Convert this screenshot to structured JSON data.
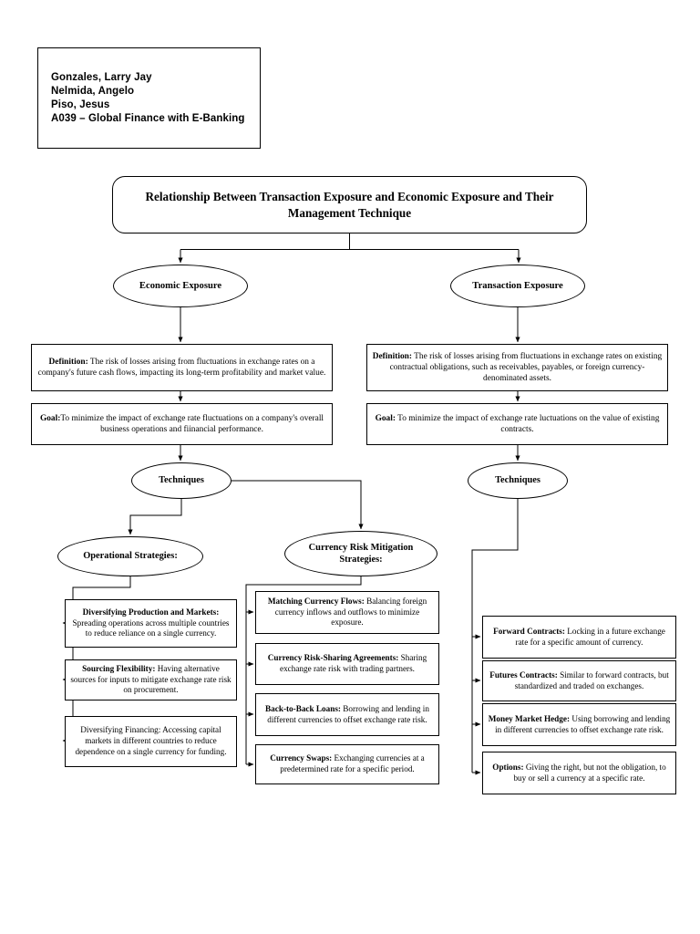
{
  "document": {
    "type": "flowchart-diagram",
    "background_color": "#ffffff",
    "line_color": "#000000"
  },
  "header": {
    "name": "authors-box",
    "lines": [
      "Gonzales, Larry Jay",
      "Nelmida, Angelo",
      "Piso, Jesus",
      "A039 – Global Finance with E-Banking"
    ],
    "line1": "Gonzales, Larry Jay",
    "line2": "Nelmida, Angelo",
    "line3": "Piso, Jesus",
    "line4": "A039 – Global Finance with E-Banking"
  },
  "title": {
    "text": "Relationship Between Transaction Exposure and Economic Exposure and Their Management Technique"
  },
  "branches": {
    "economic": {
      "label": "Economic Exposure",
      "definition_label": "Definition:",
      "definition_text": " The risk of losses arising from fluctuations in exchange rates on a company's future cash flows, impacting its long-term profitability and market value.",
      "goal_label": "Goal:",
      "goal_text": "To minimize the impact of exchange rate fluctuations on a company's overall business operations and fiinancial performance.",
      "techniques_label": "Techniques"
    },
    "transaction": {
      "label": "Transaction Exposure",
      "definition_label": "Definition:",
      "definition_text": " The risk of losses arising from fluctuations in exchange rates on existing contractual obligations, such as receivables, payables, or foreign currency-denominated assets.",
      "goal_label": "Goal:",
      "goal_text": " To minimize the impact of exchange rate luctuations on the value of existing contracts.",
      "techniques_label": "Techniques"
    }
  },
  "strategies": {
    "operational": {
      "label": "Operational Strategies:",
      "items": [
        {
          "term": "Diversifying Production and Markets:",
          "bold": true,
          "description": " Spreading operations across multiple countries to reduce reliance on a single currency."
        },
        {
          "term": "Sourcing Flexibility:",
          "bold": true,
          "description": " Having alternative sources for inputs to mitigate exchange rate risk on procurement."
        },
        {
          "term": "Diversifying Financing:",
          "bold": false,
          "description": " Accessing capital markets in different countries to reduce dependence on a single currency for funding."
        }
      ]
    },
    "currency_risk_mitigation": {
      "label": "Currency Risk Mitigation Strategies:",
      "items": [
        {
          "term": "Matching Currency Flows:",
          "bold": true,
          "description": " Balancing foreign currency inflows and outflows to minimize exposure."
        },
        {
          "term": "Currency Risk-Sharing Agreements:",
          "bold": true,
          "description": " Sharing exchange rate risk with trading partners."
        },
        {
          "term": "Back-to-Back Loans:",
          "bold": true,
          "description": " Borrowing and lending in different currencies to offset exchange rate risk."
        },
        {
          "term": "Currency Swaps:",
          "bold": true,
          "description": " Exchanging currencies at a predetermined rate for a specific period."
        }
      ]
    },
    "transaction_techniques": {
      "items": [
        {
          "term": "Forward Contracts:",
          "bold": true,
          "description": " Locking in a future exchange rate for a specific amount of currency."
        },
        {
          "term": "Futures Contracts:",
          "bold": true,
          "description": " Similar to forward contracts, but standardized and traded on exchanges."
        },
        {
          "term": "Money Market Hedge:",
          "bold": true,
          "description": " Using borrowing and lending in different currencies to offset exchange rate risk."
        },
        {
          "term": "Options:",
          "bold": true,
          "description": " Giving the right, but not the obligation, to buy or sell a currency at a specific rate."
        }
      ]
    }
  }
}
